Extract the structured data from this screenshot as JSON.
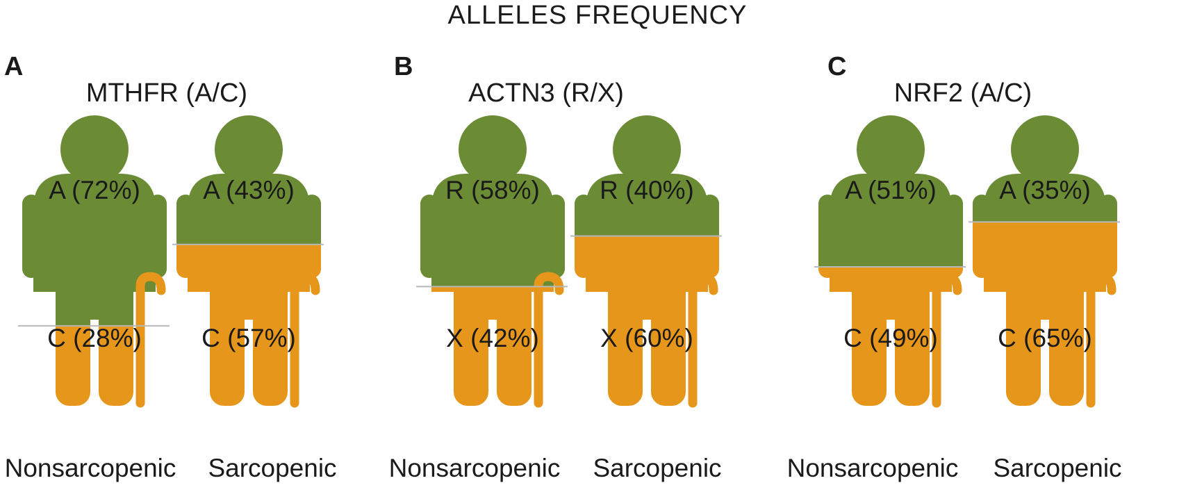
{
  "title": "ALLELES FREQUENCY",
  "colors": {
    "top_allele": "#6b8c34",
    "bottom_allele": "#e5961b",
    "divider": "#b8b8b8"
  },
  "chart_data": [
    {
      "type": "pictogram",
      "panel": "A",
      "title": "MTHFR (A/C)",
      "groups": [
        {
          "name": "Nonsarcopenic",
          "alleles": [
            {
              "label": "A (72%)",
              "allele": "A",
              "value": 72
            },
            {
              "label": "C (28%)",
              "allele": "C",
              "value": 28
            }
          ]
        },
        {
          "name": "Sarcopenic",
          "alleles": [
            {
              "label": "A (43%)",
              "allele": "A",
              "value": 43
            },
            {
              "label": "C (57%)",
              "allele": "C",
              "value": 57
            }
          ]
        }
      ]
    },
    {
      "type": "pictogram",
      "panel": "B",
      "title": "ACTN3 (R/X)",
      "groups": [
        {
          "name": "Nonsarcopenic",
          "alleles": [
            {
              "label": "R (58%)",
              "allele": "R",
              "value": 58
            },
            {
              "label": "X (42%)",
              "allele": "X",
              "value": 42
            }
          ]
        },
        {
          "name": "Sarcopenic",
          "alleles": [
            {
              "label": "R (40%)",
              "allele": "R",
              "value": 40
            },
            {
              "label": "X (60%)",
              "allele": "X",
              "value": 60
            }
          ]
        }
      ]
    },
    {
      "type": "pictogram",
      "panel": "C",
      "title": "NRF2 (A/C)",
      "groups": [
        {
          "name": "Nonsarcopenic",
          "alleles": [
            {
              "label": "A (51%)",
              "allele": "A",
              "value": 51
            },
            {
              "label": "C (49%)",
              "allele": "C",
              "value": 49
            }
          ]
        },
        {
          "name": "Sarcopenic",
          "alleles": [
            {
              "label": "A (35%)",
              "allele": "A",
              "value": 35
            },
            {
              "label": "C (65%)",
              "allele": "C",
              "value": 65
            }
          ]
        }
      ]
    }
  ]
}
